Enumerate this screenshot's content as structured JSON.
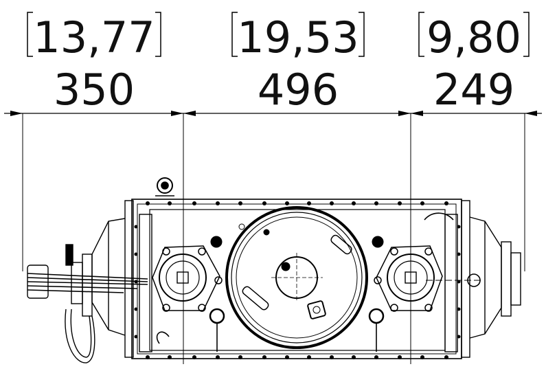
{
  "dimensions": [
    {
      "inches": "13,77",
      "mm": "350"
    },
    {
      "inches": "19,53",
      "mm": "496"
    },
    {
      "inches": "9,80",
      "mm": "249"
    }
  ],
  "colors": {
    "line": "#000000",
    "background": "#ffffff"
  }
}
